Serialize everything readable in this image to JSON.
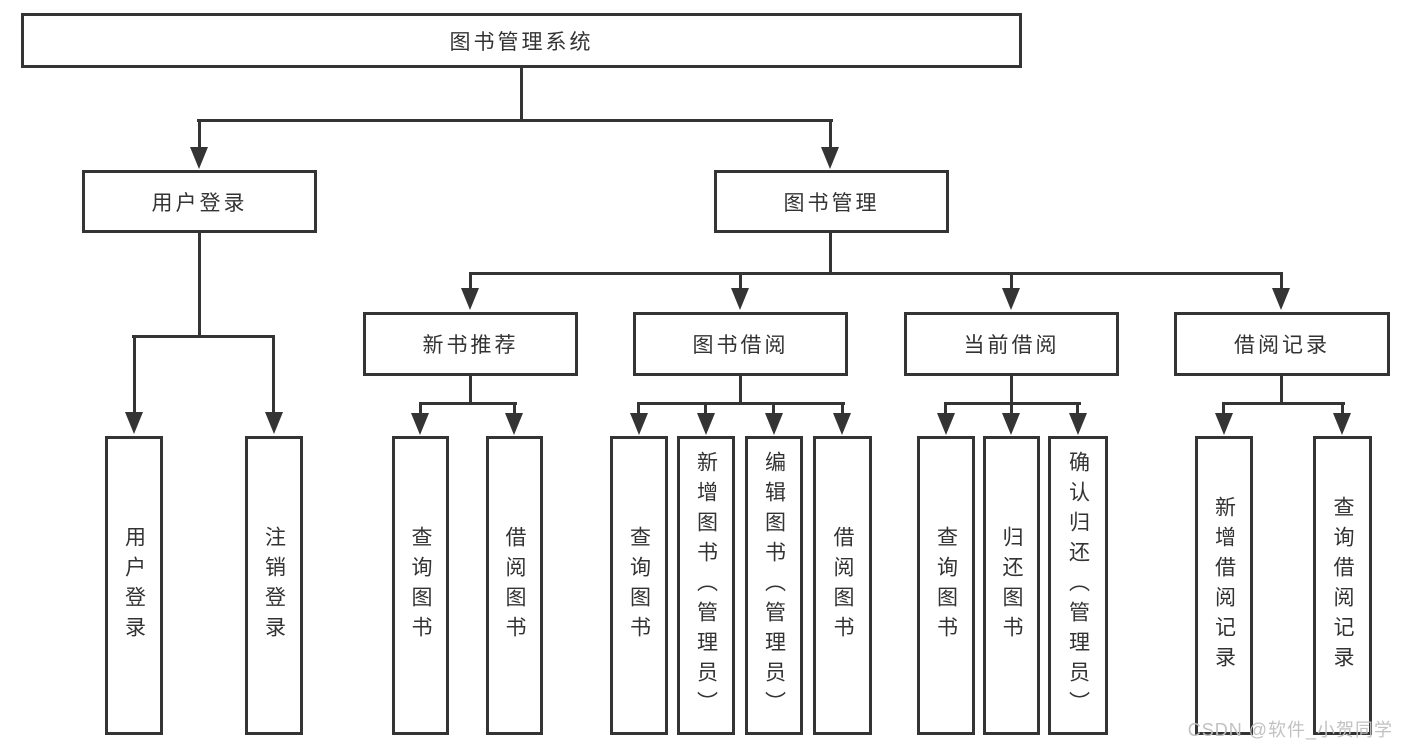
{
  "colors": {
    "line": "#343434",
    "text": "#333333",
    "background": "#ffffff",
    "watermark": "#c2c2c2"
  },
  "tree": {
    "root": "图书管理系统",
    "user_login": {
      "label": "用户登录",
      "children": [
        "用户登录",
        "注销登录"
      ]
    },
    "book_mgmt": {
      "label": "图书管理",
      "sections": [
        {
          "label": "新书推荐",
          "children": [
            "查询图书",
            "借阅图书"
          ]
        },
        {
          "label": "图书借阅",
          "children": [
            "查询图书",
            "新增图书（管理员）",
            "编辑图书（管理员）",
            "借阅图书"
          ]
        },
        {
          "label": "当前借阅",
          "children": [
            "查询图书",
            "归还图书",
            "确认归还（管理员）"
          ]
        },
        {
          "label": "借阅记录",
          "children": [
            "新增借阅记录",
            "查询借阅记录"
          ]
        }
      ]
    }
  },
  "watermark": "CSDN @软件_小贺同学"
}
